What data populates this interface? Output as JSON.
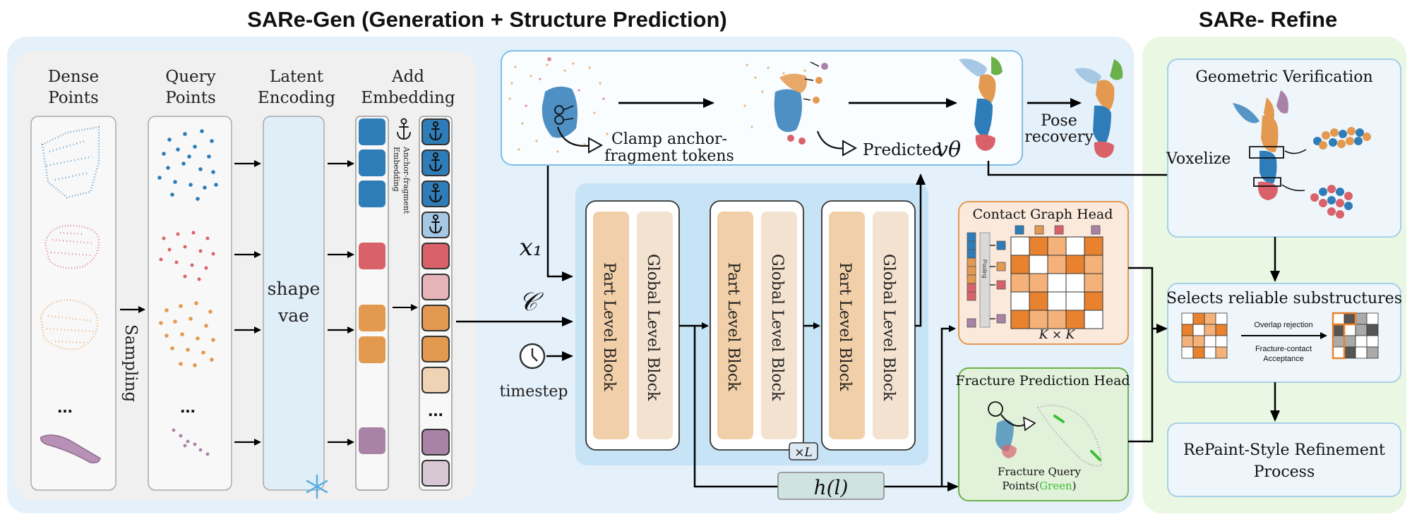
{
  "titles": {
    "gen": "SARe-Gen (Generation + Structure Prediction)",
    "refine": "SARe- Refine"
  },
  "columns": {
    "dense": [
      "Dense",
      "Points"
    ],
    "query": [
      "Query",
      "Points"
    ],
    "latent": [
      "Latent",
      "Encoding"
    ],
    "embed": [
      "Add",
      "Embedding"
    ]
  },
  "labels": {
    "sampling": "Sampling",
    "shape_vae": [
      "shape",
      "vae"
    ],
    "anchor_embedding": [
      "Anchor-fragment",
      "Embedding"
    ],
    "ellipsis": "...",
    "clamp": [
      "Clamp anchor-",
      "fragment tokens"
    ],
    "predicted": "Predicted",
    "predicted_sym": "vθ",
    "pose": [
      "Pose",
      "recovery"
    ],
    "x1": "x₁",
    "cond": "𝒞",
    "timestep": "timestep",
    "xL": "×L",
    "h": "h(l)"
  },
  "blocks": [
    {
      "part": "Part Level Block",
      "global": "Global Level Block"
    },
    {
      "part": "Part Level Block",
      "global": "Global Level Block"
    },
    {
      "part": "Part Level Block",
      "global": "Global Level Block"
    }
  ],
  "heads": {
    "contact_title": "Contact Graph Head",
    "pooling": "Pooling",
    "kxk": "K × K",
    "fracture_title": "Fracture Prediction Head",
    "fracture_caption": [
      "Fracture Query",
      "Points("
    ],
    "fracture_green": "Green",
    "fracture_close": ")"
  },
  "refine": {
    "geo_title": "Geometric Verification",
    "voxelize": "Voxelize",
    "select_title": "Selects reliable substructures",
    "overlap": "Overlap rejection",
    "fracture_contact": [
      "Fracture-contact",
      "Acceptance"
    ],
    "repaint": [
      "RePaint-Style Refinement",
      "Process"
    ]
  },
  "colors": {
    "blue": "#2f7db8",
    "red": "#d9626a",
    "orange": "#e3994f",
    "purple": "#a983a6",
    "panel_blue": "#e4f1fb",
    "panel_green": "#eaf7e2"
  }
}
